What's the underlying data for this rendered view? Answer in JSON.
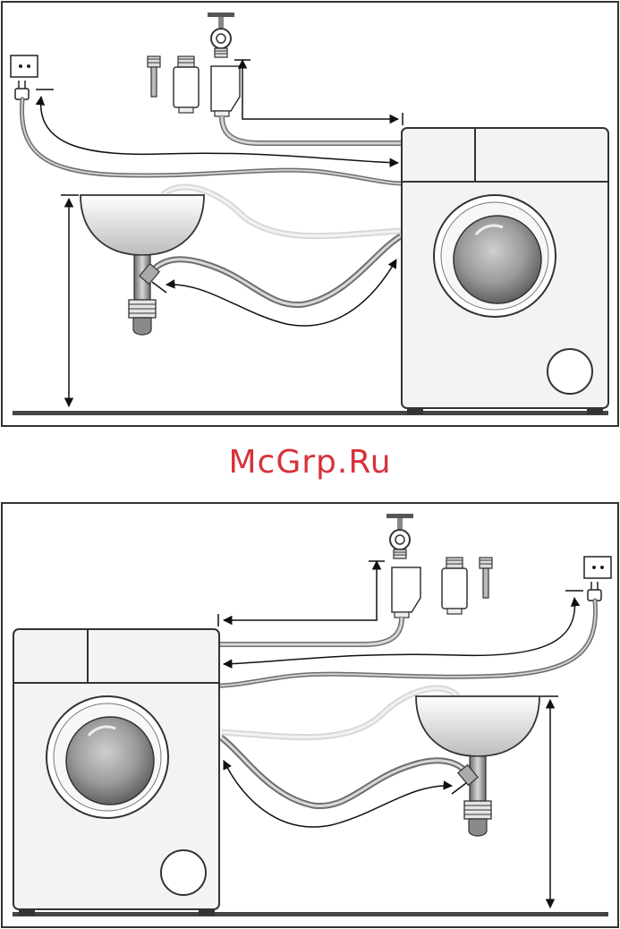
{
  "watermark": {
    "text": "McGrp.Ru"
  },
  "colors": {
    "frame": "#333333",
    "machine_fill": "#f3f3f3",
    "hose_dark": "#6e6e6e",
    "hose_light": "#d2d2d2",
    "floor": "#444444",
    "watermark": "#d8323a"
  },
  "diagrams": [
    {
      "id": "top",
      "machine_position": "right"
    },
    {
      "id": "bottom",
      "machine_position": "left"
    }
  ]
}
